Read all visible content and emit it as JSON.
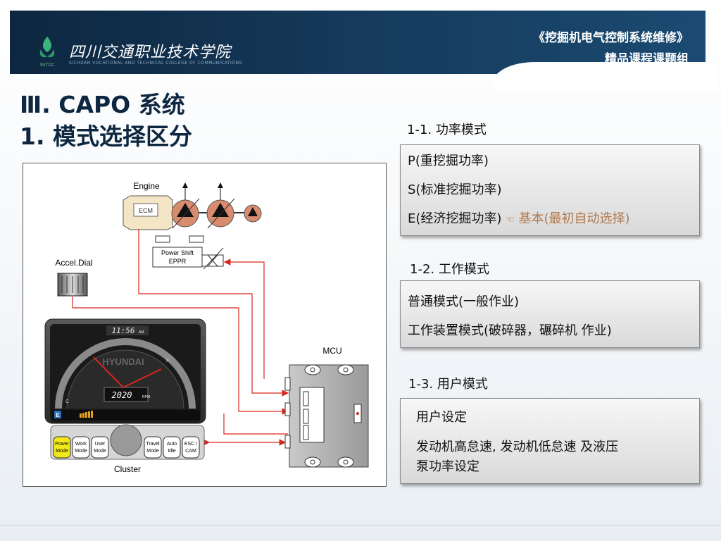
{
  "header": {
    "school_name": "四川交通职业技术学院",
    "school_name_en": "SICHUAN VOCATIONAL AND TECHNICAL COLLEGE OF COMMUNICATIONS",
    "logo_text": "SVTCC",
    "course_title": "《挖掘机电气控制系统维修》",
    "course_subtitle": "精品课程课题组"
  },
  "heading": {
    "line1": "Ⅲ. CAPO 系统",
    "line2": "1. 模式选择区分"
  },
  "diagram": {
    "engine_label": "Engine",
    "ecm_label": "ECM",
    "eppr_line1": "Power Shift",
    "eppr_line2": "EPPR",
    "accel_label": "Accel.Dial",
    "mcu_label": "MCU",
    "cluster_label": "Cluster",
    "clock_text": "11:56",
    "clock_suffix": "AM",
    "rpm_value": "2020",
    "rpm_unit": "RPM",
    "brand": "HYUNDAI",
    "gauge_left_letter": "C",
    "gauge_right_letter": "F",
    "gauge_e_letter": "E",
    "cluster_buttons": [
      {
        "line1": "Power",
        "line2": "Mode"
      },
      {
        "line1": "Work",
        "line2": "Mode"
      },
      {
        "line1": "User",
        "line2": "Mode"
      },
      {
        "line1": "Travel",
        "line2": "Mode"
      },
      {
        "line1": "Auto",
        "line2": "Idle"
      },
      {
        "line1": "ESC /",
        "line2": "CAM"
      }
    ],
    "colors": {
      "wire": "#d9261c",
      "pump": "#d98b6e",
      "power_button": "#f3e81a"
    }
  },
  "sections": [
    {
      "label": "1-1. 功率模式",
      "lines": [
        "P(重挖掘功率)",
        "S(标准挖掘功率)",
        "E(经济挖掘功率)"
      ],
      "note_icon": "☜",
      "note": "基本(最初自动选择)"
    },
    {
      "label": "1-2. 工作模式",
      "lines": [
        "普通模式(一般作业)",
        "工作装置模式(破碎器，碾碎机 作业)"
      ]
    },
    {
      "label": "1-3. 用户模式",
      "lines": [
        "用户设定",
        "发动机高怠速, 发动机低怠速 及液压",
        "泵功率设定"
      ]
    }
  ]
}
